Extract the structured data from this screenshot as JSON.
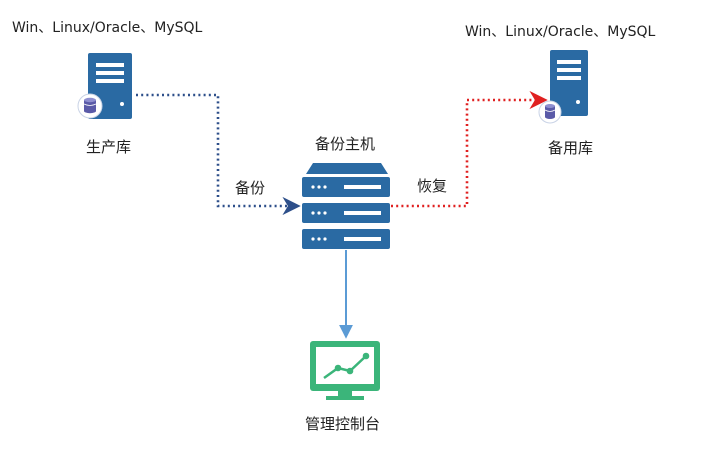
{
  "production": {
    "os_label": "Win、Linux/Oracle、MySQL",
    "name": "生产库"
  },
  "standby": {
    "os_label": "Win、Linux/Oracle、MySQL",
    "name": "备用库"
  },
  "backup_host": {
    "name": "备份主机"
  },
  "console": {
    "name": "管理控制台"
  },
  "edges": {
    "backup_label": "备份",
    "restore_label": "恢复"
  },
  "colors": {
    "server_blue": "#2a6aa3",
    "database_purple": "#5a5aa8",
    "backup_line": "#2d4f8a",
    "restore_line": "#e02020",
    "console_line": "#5b9bd5",
    "monitor_green": "#3bb57a"
  },
  "icons": [
    "server-icon",
    "database-icon",
    "rack-server-icon",
    "monitor-chart-icon"
  ]
}
